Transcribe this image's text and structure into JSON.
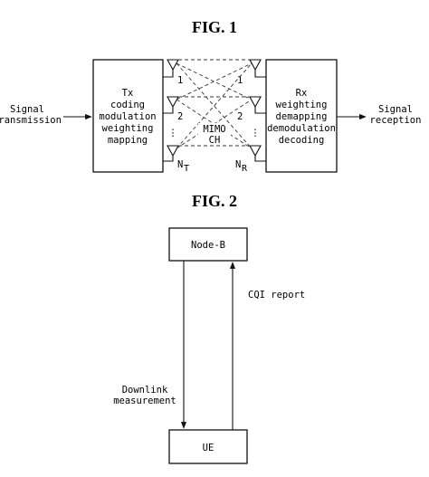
{
  "fig1": {
    "title": "FIG. 1",
    "signal_transmission": [
      "Signal",
      "transmission"
    ],
    "signal_reception": [
      "Signal",
      "reception"
    ],
    "tx": {
      "title": "Tx",
      "lines": [
        "coding",
        "modulation",
        "weighting",
        "mapping"
      ]
    },
    "rx": {
      "title": "Rx",
      "lines": [
        "weighting",
        "demapping",
        "demodulation",
        "decoding"
      ]
    },
    "channel": [
      "MIMO",
      "CH"
    ],
    "tx_antenna_labels": [
      "1",
      "2",
      "N",
      "T"
    ],
    "rx_antenna_labels": [
      "1",
      "2",
      "N",
      "R"
    ],
    "dots": "⋮"
  },
  "fig2": {
    "title": "FIG. 2",
    "node_b": "Node-B",
    "ue": "UE",
    "cqi_report": "CQI report",
    "downlink_measurement": [
      "Downlink",
      "measurement"
    ]
  }
}
